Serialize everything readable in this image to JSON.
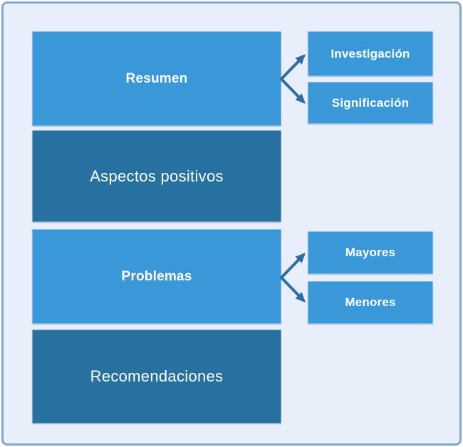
{
  "diagram": {
    "type": "hierarchy",
    "colors": {
      "light_box": "#3a98d8",
      "dark_box": "#26719f",
      "arrow": "#2d6da1",
      "background": "#e9effa",
      "frame_border": "#7ea9d8",
      "text": "#ffffff"
    },
    "nodes": {
      "resumen": {
        "label": "Resumen",
        "style": "light",
        "weight": "bold"
      },
      "investigacion": {
        "label": "Investigación",
        "style": "light",
        "weight": "bold"
      },
      "significacion": {
        "label": "Significación",
        "style": "light",
        "weight": "bold"
      },
      "aspectos": {
        "label": "Aspectos positivos",
        "style": "dark",
        "weight": "regular"
      },
      "problemas": {
        "label": "Problemas",
        "style": "light",
        "weight": "bold"
      },
      "mayores": {
        "label": "Mayores",
        "style": "light",
        "weight": "bold"
      },
      "menores": {
        "label": "Menores",
        "style": "light",
        "weight": "bold"
      },
      "recomendaciones": {
        "label": "Recomendaciones",
        "style": "dark",
        "weight": "regular"
      }
    },
    "edges": [
      {
        "from": "Resumen",
        "to": "Investigación"
      },
      {
        "from": "Resumen",
        "to": "Significación"
      },
      {
        "from": "Problemas",
        "to": "Mayores"
      },
      {
        "from": "Problemas",
        "to": "Menores"
      }
    ]
  }
}
